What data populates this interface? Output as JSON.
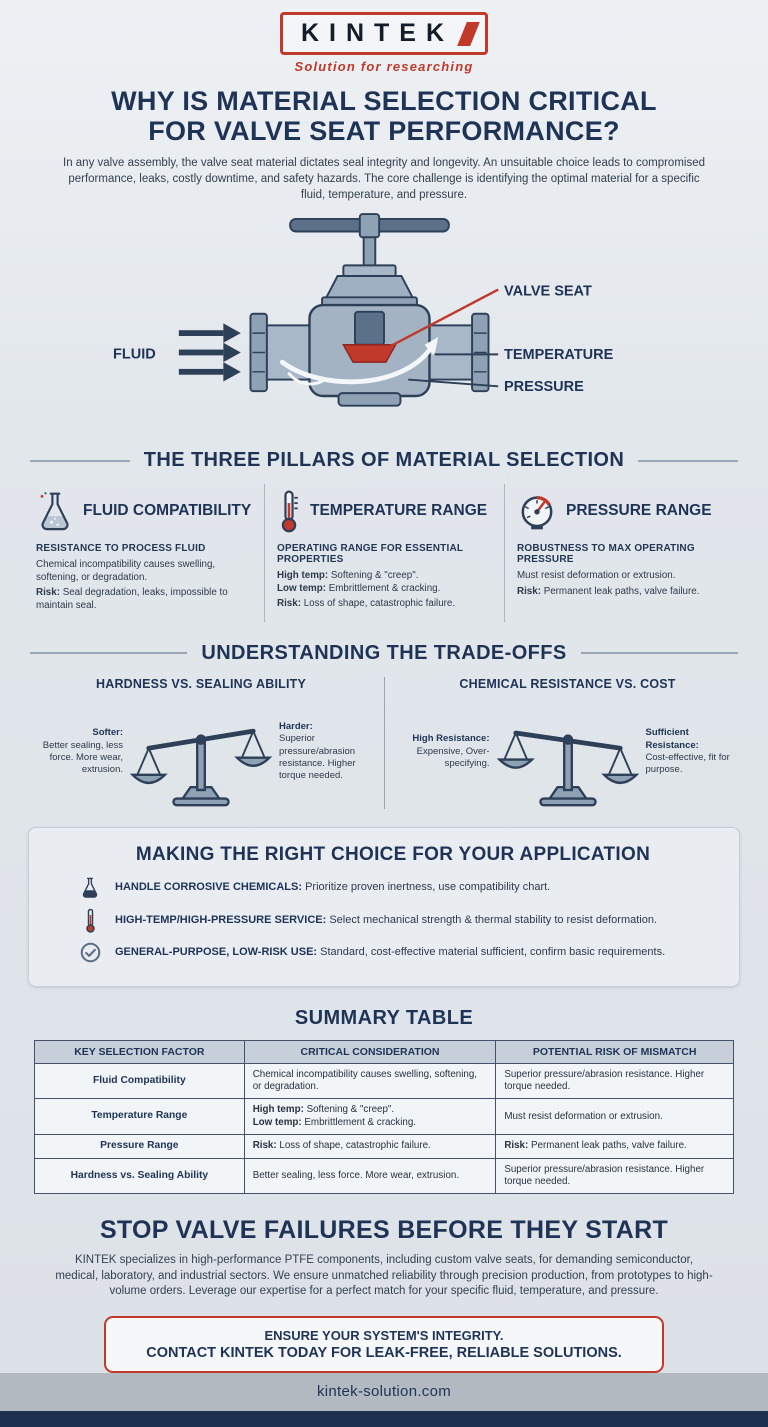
{
  "header": {
    "logo_text": "KINTEK",
    "tagline": "Solution for researching"
  },
  "title_line1": "WHY IS MATERIAL SELECTION CRITICAL",
  "title_line2": "FOR VALVE SEAT PERFORMANCE?",
  "intro": "In any valve assembly, the valve seat material dictates seal integrity and longevity. An unsuitable choice leads to compromised performance, leaks, costly downtime, and safety hazards. The core challenge is identifying the optimal material for a specific fluid, temperature, and pressure.",
  "diagram": {
    "label_fluid": "FLUID",
    "label_valve_seat": "VALVE SEAT",
    "label_temperature": "TEMPERATURE",
    "label_pressure": "PRESSURE"
  },
  "pillars": {
    "heading": "THE THREE PILLARS OF MATERIAL SELECTION",
    "items": [
      {
        "icon": "flask-icon",
        "title": "FLUID COMPATIBILITY",
        "subtitle": "RESISTANCE TO PROCESS FLUID",
        "lines": [
          {
            "label": "",
            "text": "Chemical incompatibility causes swelling, softening, or degradation."
          },
          {
            "label": "Risk:",
            "text": " Seal degradation, leaks, impossible to maintain seal."
          }
        ]
      },
      {
        "icon": "thermometer-icon",
        "title": "TEMPERATURE RANGE",
        "subtitle": "OPERATING RANGE FOR ESSENTIAL PROPERTIES",
        "lines": [
          {
            "label": "High temp:",
            "text": " Softening & \"creep\"."
          },
          {
            "label": "Low temp:",
            "text": " Embrittlement & cracking."
          },
          {
            "label": "Risk:",
            "text": " Loss of shape, catastrophic failure."
          }
        ]
      },
      {
        "icon": "gauge-icon",
        "title": "PRESSURE RANGE",
        "subtitle": "ROBUSTNESS TO MAX OPERATING PRESSURE",
        "lines": [
          {
            "label": "",
            "text": "Must resist deformation or extrusion."
          },
          {
            "label": "Risk:",
            "text": " Permanent leak paths, valve failure."
          }
        ]
      }
    ]
  },
  "tradeoffs": {
    "heading": "UNDERSTANDING THE TRADE-OFFS",
    "panels": [
      {
        "title": "HARDNESS VS. SEALING ABILITY",
        "left_label": "Softer:",
        "left_text": "Better sealing, less force. More wear, extrusion.",
        "right_label": "Harder:",
        "right_text": "Superior pressure/abrasion resistance. Higher torque needed."
      },
      {
        "title": "CHEMICAL RESISTANCE VS. COST",
        "left_label": "High Resistance:",
        "left_text": "Expensive, Over-specifying.",
        "right_label": "Sufficient Resistance:",
        "right_text": "Cost-effective, fit for purpose."
      }
    ]
  },
  "choices": {
    "heading": "MAKING THE RIGHT CHOICE FOR YOUR APPLICATION",
    "items": [
      {
        "icon": "flask-icon",
        "label": "HANDLE CORROSIVE CHEMICALS:",
        "text": " Prioritize proven inertness, use compatibility chart."
      },
      {
        "icon": "thermometer-icon",
        "label": "HIGH-TEMP/HIGH-PRESSURE SERVICE:",
        "text": " Select mechanical strength & thermal stability to resist deformation."
      },
      {
        "icon": "check-icon",
        "label": "GENERAL-PURPOSE, LOW-RISK USE:",
        "text": " Standard, cost-effective material sufficient, confirm basic requirements."
      }
    ]
  },
  "summary": {
    "heading": "SUMMARY TABLE",
    "headers": [
      "KEY SELECTION FACTOR",
      "CRITICAL CONSIDERATION",
      "POTENTIAL RISK OF MISMATCH"
    ],
    "rows": [
      {
        "factor": "Fluid Compatibility",
        "consideration": [
          {
            "label": "",
            "text": "Chemical incompatibility causes swelling, softening, or degradation."
          }
        ],
        "risk": [
          {
            "label": "",
            "text": "Superior pressure/abrasion resistance. Higher torque needed."
          }
        ]
      },
      {
        "factor": "Temperature Range",
        "consideration": [
          {
            "label": "High temp:",
            "text": " Softening & \"creep\"."
          },
          {
            "label": "Low temp:",
            "text": " Embrittlement & cracking."
          }
        ],
        "risk": [
          {
            "label": "",
            "text": "Must resist deformation or extrusion."
          }
        ]
      },
      {
        "factor": "Pressure Range",
        "consideration": [
          {
            "label": "Risk:",
            "text": " Loss of shape, catastrophic failure."
          }
        ],
        "risk": [
          {
            "label": "Risk:",
            "text": " Permanent leak paths, valve failure."
          }
        ]
      },
      {
        "factor": "Hardness vs. Sealing Ability",
        "consideration": [
          {
            "label": "",
            "text": "Better sealing, less force. More wear, extrusion."
          }
        ],
        "risk": [
          {
            "label": "",
            "text": "Superior pressure/abrasion resistance. Higher torque needed."
          }
        ]
      }
    ]
  },
  "cta": {
    "heading": "STOP VALVE FAILURES BEFORE THEY START",
    "body": "KINTEK specializes in high-performance PTFE components, including custom valve seats, for demanding semiconductor, medical, laboratory, and industrial sectors. We ensure unmatched reliability through precision production, from prototypes to high-volume orders. Leverage our expertise for a perfect match for your specific fluid, temperature, and pressure.",
    "box_line1": "ENSURE YOUR SYSTEM'S INTEGRITY.",
    "box_line2": "CONTACT KINTEK TODAY FOR LEAK-FREE, RELIABLE SOLUTIONS."
  },
  "footer": {
    "url": "kintek-solution.com"
  },
  "colors": {
    "navy": "#1e3355",
    "red": "#c0392b",
    "background": "#e2e7ec"
  }
}
